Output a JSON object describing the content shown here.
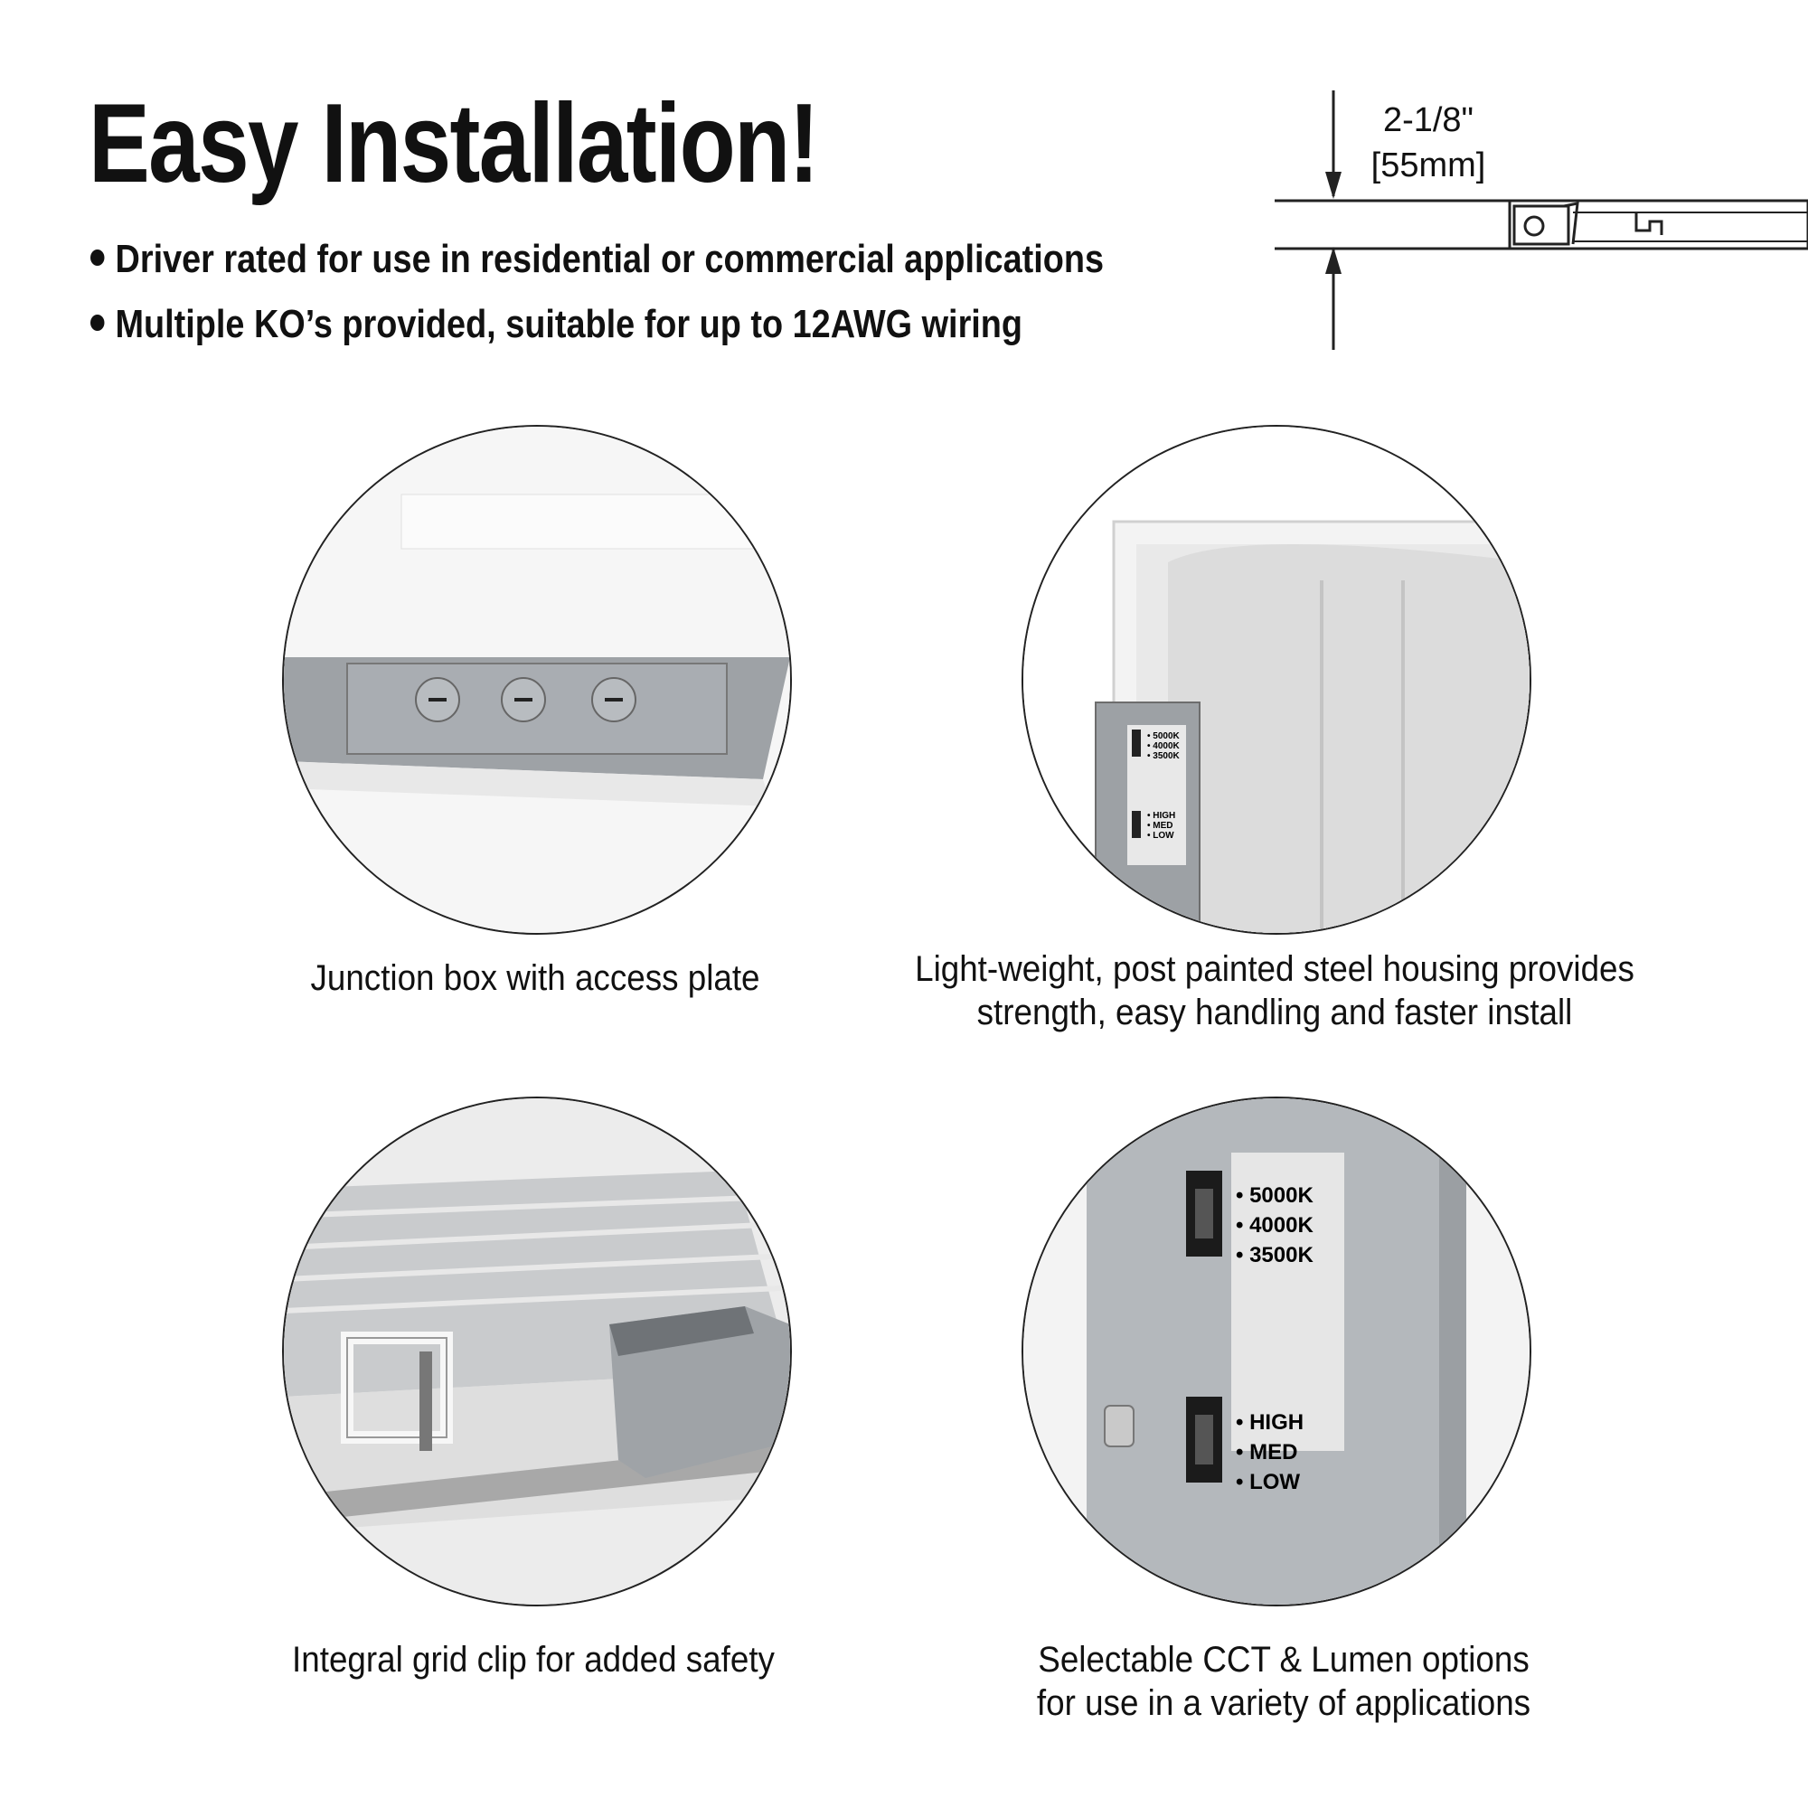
{
  "title": "Easy Installation!",
  "bullets": [
    "Driver rated for use in residential or commercial applications",
    "Multiple KO’s provided, suitable for up to 12AWG wiring"
  ],
  "dimension": {
    "imperial": "2-1/8\"",
    "metric": "[55mm]"
  },
  "panels": [
    {
      "caption": [
        "Junction box with access plate"
      ]
    },
    {
      "caption": [
        "Light-weight, post painted steel housing provides",
        "strength, easy handling and faster install"
      ],
      "switch_labels": [
        "5000K",
        "4000K",
        "3500K",
        "HIGH",
        "MED",
        "LOW"
      ]
    },
    {
      "caption": [
        "Integral grid clip for added safety"
      ]
    },
    {
      "caption": [
        "Selectable CCT & Lumen options",
        "for use in a variety of applications"
      ],
      "switch_labels": [
        "5000K",
        "4000K",
        "3500K",
        "HIGH",
        "MED",
        "LOW"
      ]
    }
  ]
}
